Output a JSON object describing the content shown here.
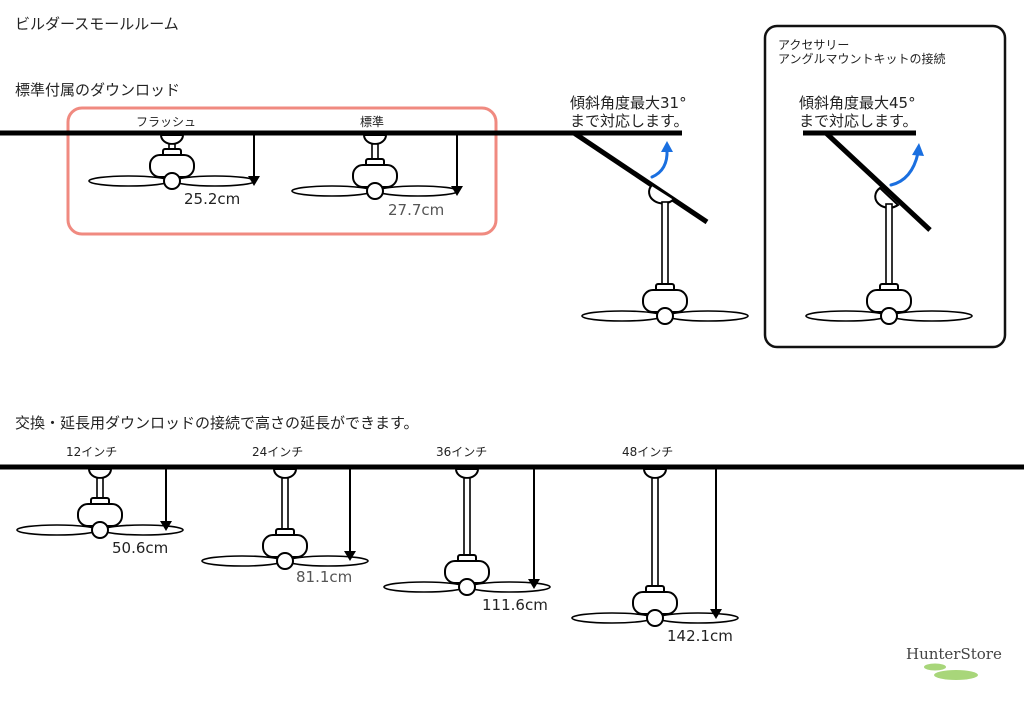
{
  "page_title": "ビルダースモールルーム",
  "standard_section": {
    "heading": "標準付属のダウンロッド",
    "variants": [
      {
        "label": "フラッシュ",
        "drop": "25.2cm"
      },
      {
        "label": "標準",
        "drop": "27.7cm"
      }
    ],
    "highlight_color": "#f08a80"
  },
  "sloped_ceiling": {
    "note_line1": "傾斜角度最大31°",
    "note_line2": "まで対応します。",
    "max_angle_deg": 31
  },
  "accessory_box": {
    "title_line1": "アクセサリー",
    "title_line2": "アングルマウントキットの接続",
    "note_line1": "傾斜角度最大45°",
    "note_line2": "まで対応します。",
    "max_angle_deg": 45
  },
  "extension_section": {
    "heading": "交換・延長用ダウンロッドの接続で高さの延長ができます。",
    "variants": [
      {
        "label": "12インチ",
        "drop": "50.6cm"
      },
      {
        "label": "24インチ",
        "drop": "81.1cm"
      },
      {
        "label": "36インチ",
        "drop": "111.6cm"
      },
      {
        "label": "48インチ",
        "drop": "142.1cm"
      }
    ]
  },
  "arrow_color": "#1a6fe0",
  "brand": {
    "name": "HunterStore",
    "logo_color": "#a8d67a"
  }
}
